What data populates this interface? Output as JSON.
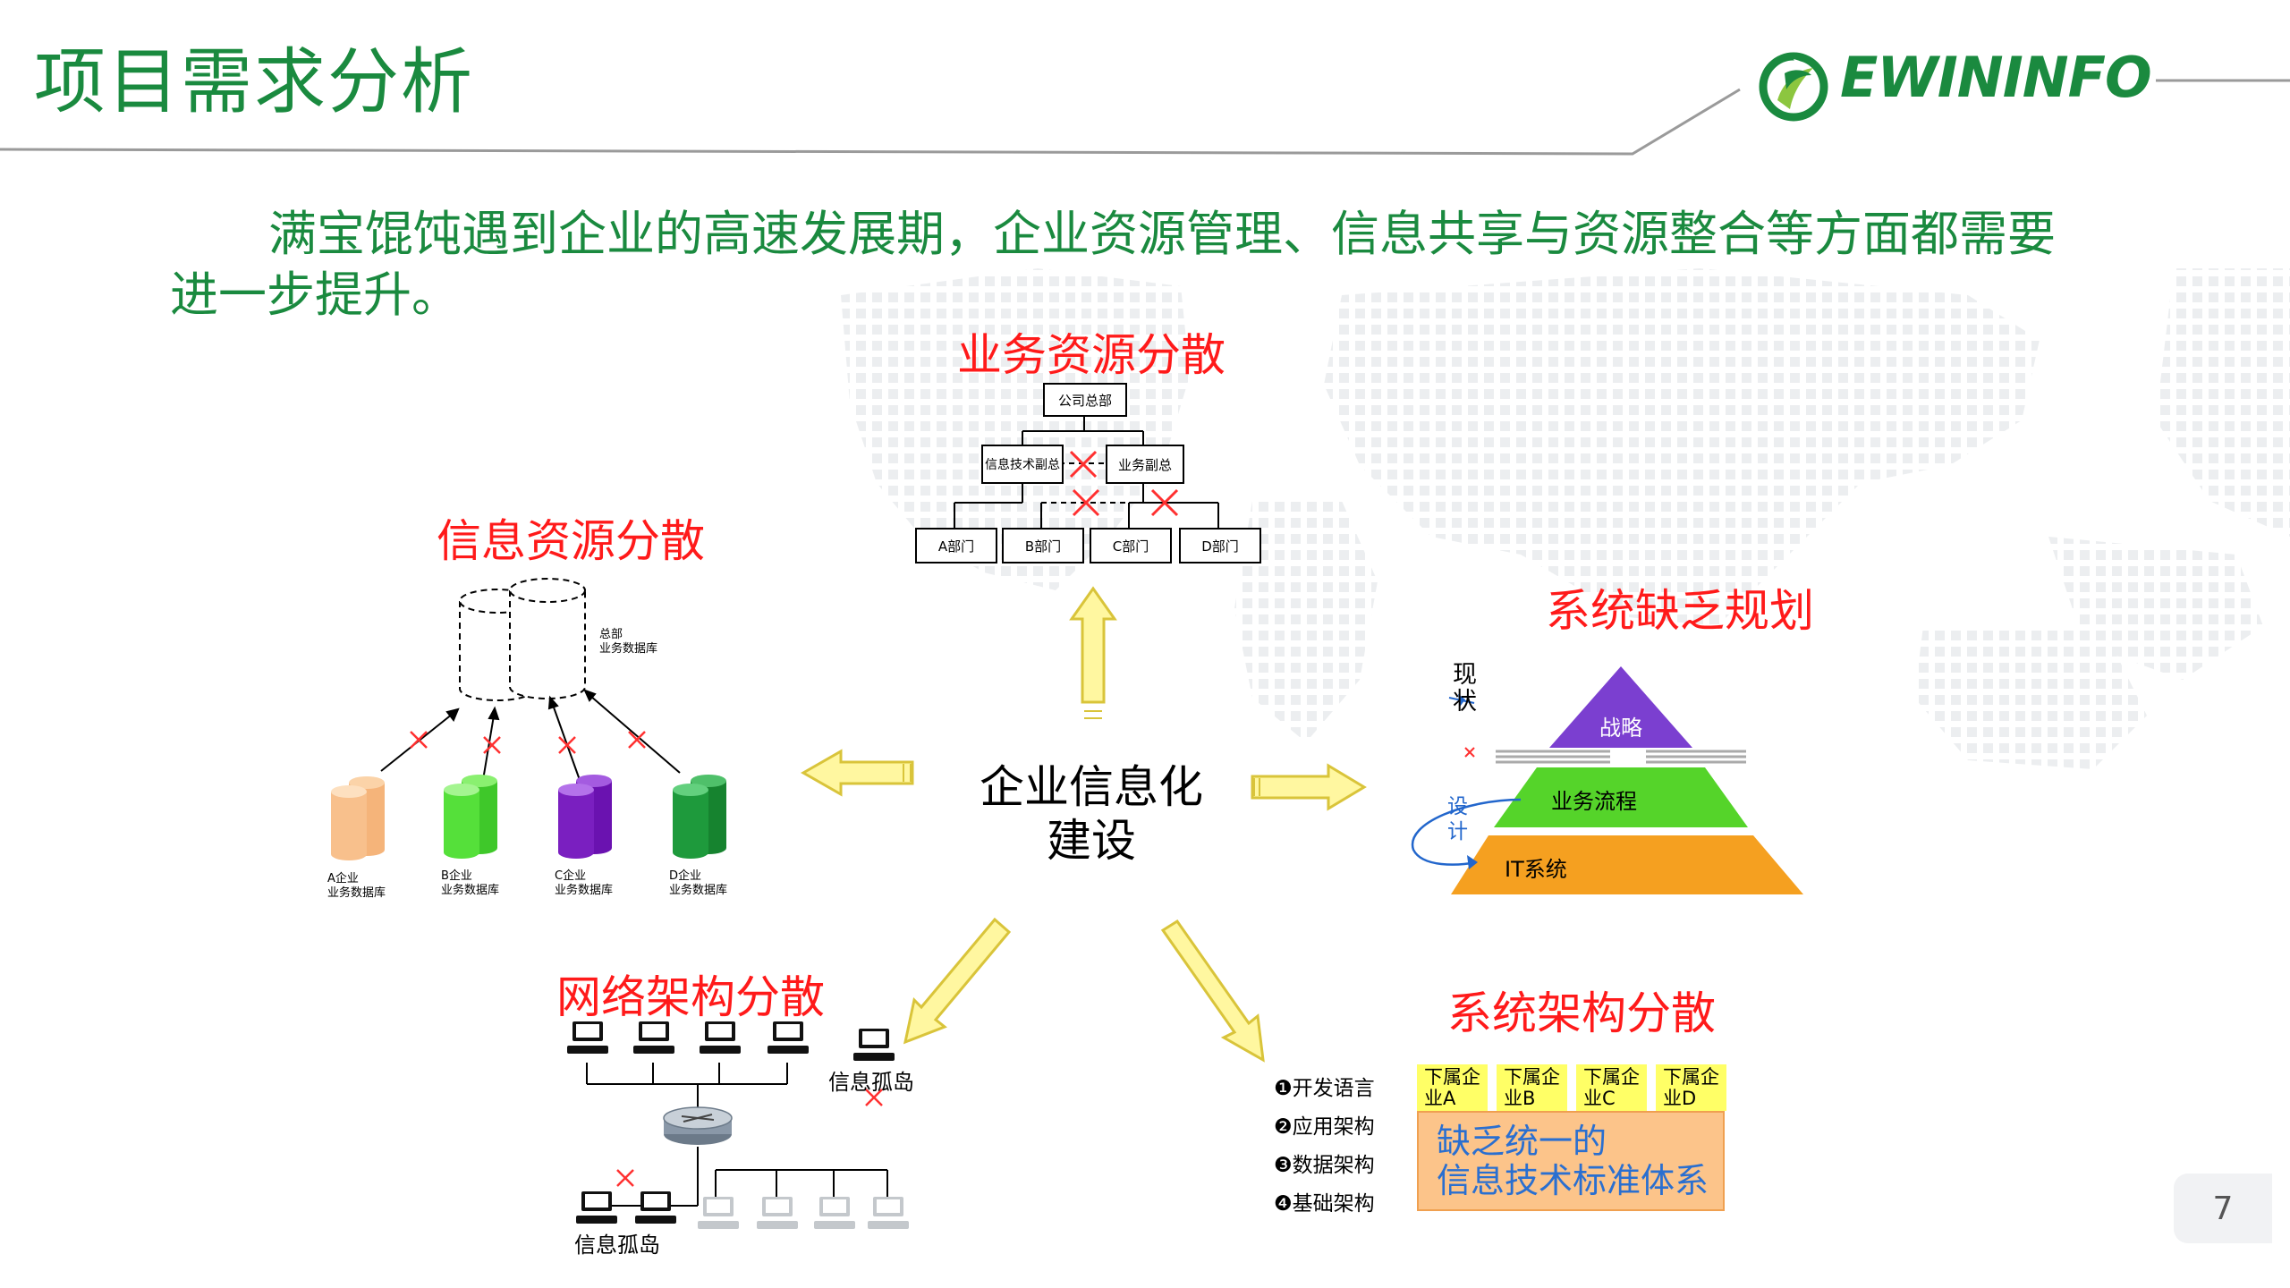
{
  "header": {
    "title": "项目需求分析",
    "logo_text": "EWININFO"
  },
  "intro": {
    "text": "满宝馄饨遇到企业的高速发展期，企业资源管理、信息共享与资源整合等方面都需要进一步提升。"
  },
  "center": {
    "line1": "企业信息化",
    "line2": "建设"
  },
  "business": {
    "title": "业务资源分散",
    "hq": "公司总部",
    "vp_it": "信息技术副总",
    "vp_biz": "业务副总",
    "depts": [
      "A部门",
      "B部门",
      "C部门",
      "D部门"
    ]
  },
  "info": {
    "title": "信息资源分散",
    "hq_label_1": "总部",
    "hq_label_2": "业务数据库",
    "companies": [
      {
        "name": "A企业",
        "sub": "业务数据库",
        "color": "#f5b47a"
      },
      {
        "name": "B企业",
        "sub": "业务数据库",
        "color": "#55e03a"
      },
      {
        "name": "C企业",
        "sub": "业务数据库",
        "color": "#7a1fc0"
      },
      {
        "name": "D企业",
        "sub": "业务数据库",
        "color": "#1e9a3c"
      }
    ]
  },
  "planning": {
    "title": "系统缺乏规划",
    "current_1": "现",
    "current_2": "状",
    "design_1": "设",
    "design_2": "计",
    "top": "战略",
    "middle": "业务流程",
    "bottom": "IT系统"
  },
  "network": {
    "title": "网络架构分散",
    "island_1": "信息孤岛",
    "island_2": "信息孤岛"
  },
  "system": {
    "title": "系统架构分散",
    "items": [
      "❶开发语言",
      "❷应用架构",
      "❸数据架构",
      "❹基础架构"
    ],
    "subsidiaries": [
      {
        "l1": "下属企",
        "l2": "业A"
      },
      {
        "l1": "下属企",
        "l2": "业B"
      },
      {
        "l1": "下属企",
        "l2": "业C"
      },
      {
        "l1": "下属企",
        "l2": "业D"
      }
    ],
    "lack_1": "缺乏统一的",
    "lack_2": "信息技术标准体系"
  },
  "page_number": "7",
  "colors": {
    "brand_green": "#1a8a3f",
    "accent_red": "#ff1a1a",
    "arrow_yellow": "#fff7a0",
    "arrow_stroke": "#d9c43a",
    "pyramid_top": "#7b3fd0",
    "pyramid_mid": "#55d42a",
    "pyramid_bottom": "#f5a020",
    "standard_box": "#fcc48a"
  }
}
